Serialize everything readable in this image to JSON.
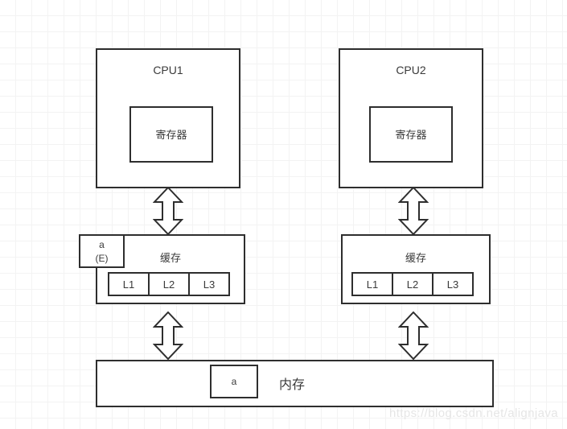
{
  "diagram": {
    "title": "CPU cache coherence diagram",
    "cpus": [
      {
        "name": "CPU1",
        "label": "CPU1",
        "register": {
          "label": "寄存器",
          "name": "register"
        }
      },
      {
        "name": "CPU2",
        "label": "CPU2",
        "register": {
          "label": "寄存器",
          "name": "register"
        }
      }
    ],
    "caches": [
      {
        "name": "cache-left",
        "label": "缓存",
        "levels": [
          "L1",
          "L2",
          "L3"
        ],
        "flag": {
          "variable": "a",
          "state": "(E)"
        }
      },
      {
        "name": "cache-right",
        "label": "缓存",
        "levels": [
          "L1",
          "L2",
          "L3"
        ]
      }
    ],
    "memory": {
      "label": "内存",
      "cell": {
        "variable": "a"
      }
    },
    "arrows": {
      "cpu1_cache": "double-headed-vertical-arrow",
      "cpu2_cache": "double-headed-vertical-arrow",
      "cache1_memory": "double-headed-vertical-arrow",
      "cache2_memory": "double-headed-vertical-arrow"
    },
    "watermark": "https://blog.csdn.net/alignjava",
    "colors": {
      "stroke": "#2e2e2e",
      "text": "#3a3a3a",
      "background": "#ffffff",
      "grid_minor": "#f3f3f3",
      "grid_major": "#e9e9e9",
      "watermark": "#e6e6e6"
    }
  }
}
